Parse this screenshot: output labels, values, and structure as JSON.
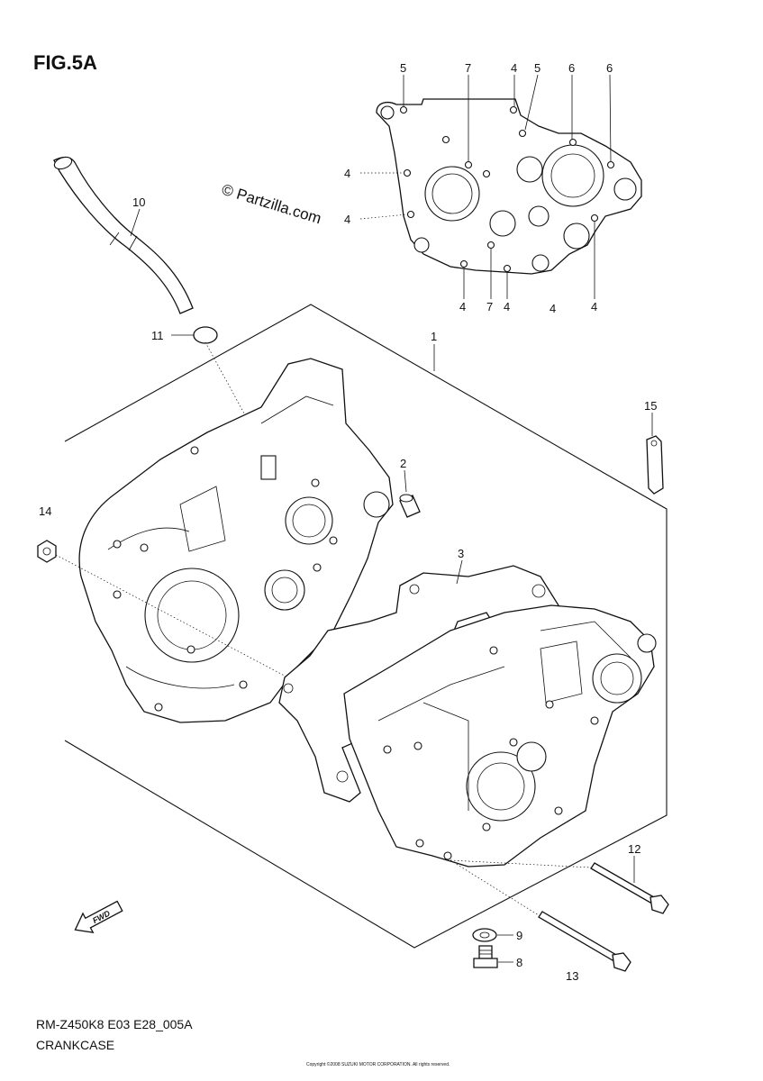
{
  "figure": {
    "title": "FIG.5A",
    "model_code": "RM-Z450K8 E03 E28_005A",
    "section_name": "CRANKCASE",
    "watermark": "© Partzilla.com",
    "fwd_label": "FWD",
    "footer_fine_print": "Copyright ©2008 SUZUKI MOTOR CORPORATION. All rights reserved."
  },
  "callouts": {
    "c1": "1",
    "c2": "2",
    "c3": "3",
    "c4a": "4",
    "c4b": "4",
    "c4c": "4",
    "c4d": "4",
    "c4e": "4",
    "c4f": "4",
    "c4g": "4",
    "c5a": "5",
    "c5b": "5",
    "c6a": "6",
    "c6b": "6",
    "c7a": "7",
    "c7b": "7",
    "c8": "8",
    "c9": "9",
    "c10": "10",
    "c11": "11",
    "c12": "12",
    "c13": "13",
    "c14": "14",
    "c15": "15"
  }
}
